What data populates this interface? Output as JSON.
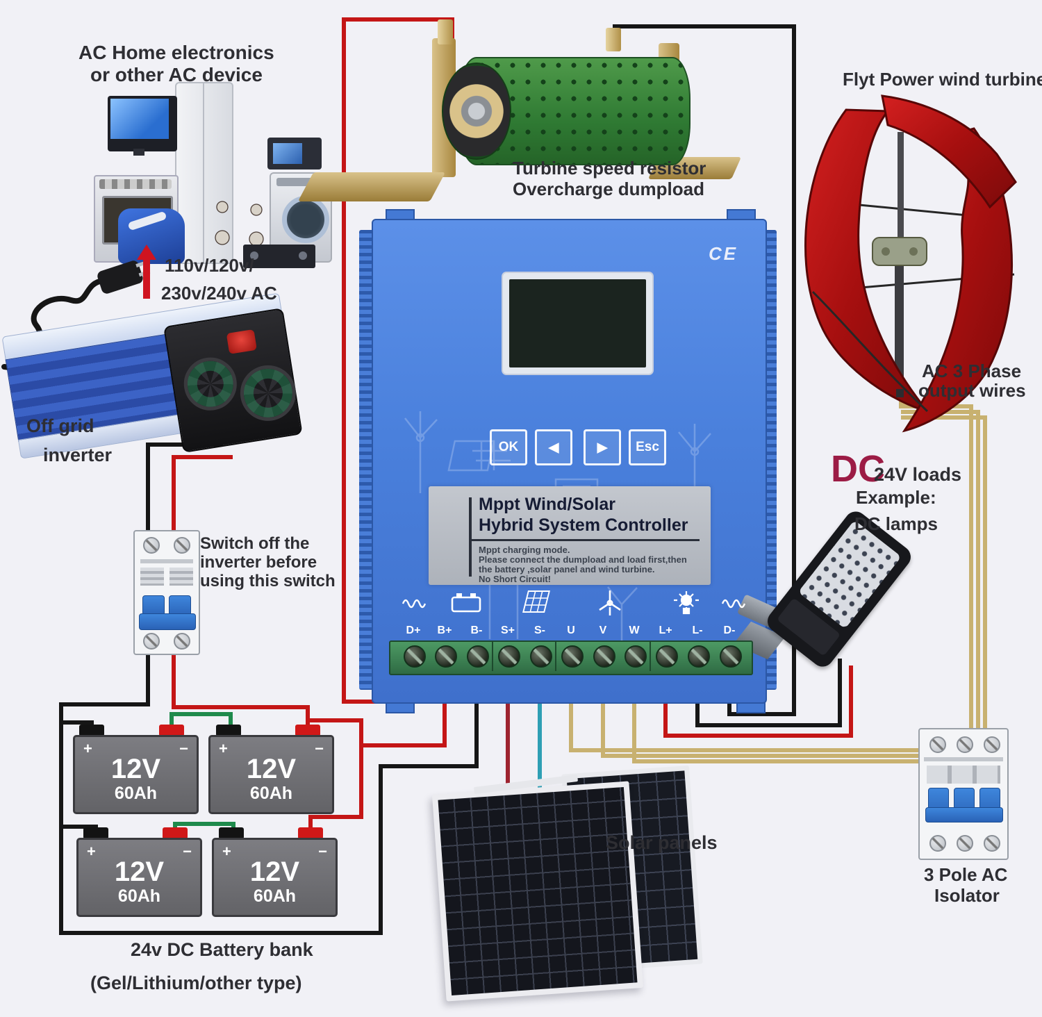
{
  "colors": {
    "background": "#f1f1f6",
    "controller_blue": "#4a80dc",
    "terminal_green": "#3f7d52",
    "wire_red": "#c41616",
    "wire_solar_plus": "#9e2430",
    "wire_black": "#161616",
    "wire_teal": "#2e9fb4",
    "wire_3phase_tan": "#c8b170",
    "wire_series_green": "#1f8a4c",
    "turbine_blade_red": "#ae1313",
    "dc_text_red": "#9c1c45"
  },
  "top_left": {
    "title1": "AC Home electronics",
    "title2": "or other AC device",
    "voltage1": "110v/120v/",
    "voltage2": "230v/240v AC"
  },
  "inverter": {
    "label1": "Off grid",
    "label2": "inverter"
  },
  "switch": {
    "note1": "Switch off the",
    "note2": "inverter before",
    "note3": "using this switch"
  },
  "resistor": {
    "label1": "Turbine speed resistor",
    "label2": "Overcharge dumpload"
  },
  "turbine": {
    "label": "Flyt Power wind turbine",
    "ac1": "AC 3 Phase",
    "ac2": "output wires"
  },
  "dc_loads": {
    "dc": "DC",
    "loads": "24V loads",
    "example": "Example:",
    "lamps": "DC lamps"
  },
  "solar": {
    "label": "Solar panels"
  },
  "isolator": {
    "label1": "3 Pole AC",
    "label2": "Isolator"
  },
  "battery_bank": {
    "caption1": "24v DC Battery bank",
    "caption2": "(Gel/Lithium/other type)"
  },
  "controller": {
    "ce": "CE",
    "buttons": [
      "OK",
      "◀",
      "▶",
      "Esc"
    ],
    "title1": "Mppt Wind/Solar",
    "title2": "Hybrid System Controller",
    "notes": [
      "Mppt charging mode.",
      "Please connect the dumpload and load first,then",
      "the battery ,solar panel and wind turbine.",
      "No Short Circuit!"
    ],
    "terminals": [
      "D+",
      "B+",
      "B-",
      "S+",
      "S-",
      "U",
      "V",
      "W",
      "L+",
      "L-",
      "D-"
    ]
  },
  "batteries": [
    {
      "v": "12V",
      "ah": "60Ah",
      "pos": "+",
      "neg": "−"
    },
    {
      "v": "12V",
      "ah": "60Ah",
      "pos": "+",
      "neg": "−"
    },
    {
      "v": "12V",
      "ah": "60Ah",
      "pos": "+",
      "neg": "−"
    },
    {
      "v": "12V",
      "ah": "60Ah",
      "pos": "+",
      "neg": "−"
    }
  ]
}
